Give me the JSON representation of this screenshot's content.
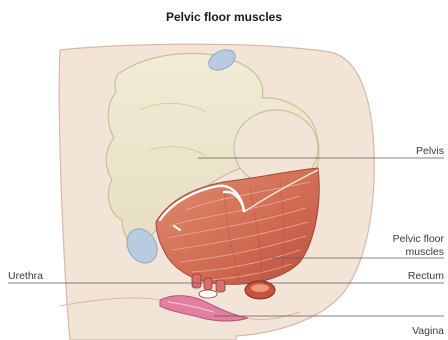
{
  "title": "Pelvic floor muscles",
  "labels": {
    "pelvis": "Pelvis",
    "pelvic_floor_line1": "Pelvic floor",
    "pelvic_floor_line2": "muscles",
    "urethra": "Urethra",
    "rectum": "Rectum",
    "vagina": "Vagina"
  },
  "colors": {
    "skin": "#f3e4d8",
    "skin_outline": "#d9b8a6",
    "bone": "#ede7cf",
    "bone_outline": "#c9bf9c",
    "muscle": "#d4735a",
    "muscle_dark": "#b9503d",
    "cartilage": "#b9cbe0",
    "organ_pink": "#e27fa0",
    "leader_line": "#5a5a5a"
  }
}
